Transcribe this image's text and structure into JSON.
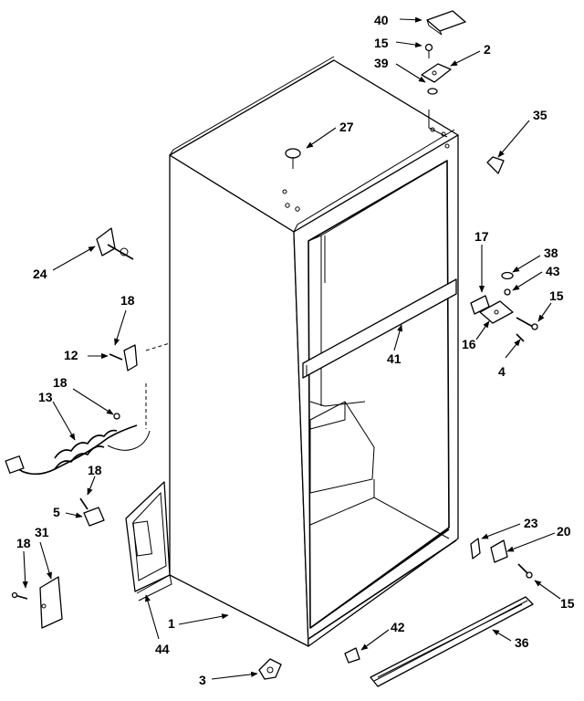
{
  "callouts": [
    {
      "id": "c40",
      "label": "40"
    },
    {
      "id": "c15a",
      "label": "15"
    },
    {
      "id": "c2",
      "label": "2"
    },
    {
      "id": "c39",
      "label": "39"
    },
    {
      "id": "c35",
      "label": "35"
    },
    {
      "id": "c27",
      "label": "27"
    },
    {
      "id": "c24",
      "label": "24"
    },
    {
      "id": "c18a",
      "label": "18"
    },
    {
      "id": "c12",
      "label": "12"
    },
    {
      "id": "c18b",
      "label": "18"
    },
    {
      "id": "c13",
      "label": "13"
    },
    {
      "id": "c18c",
      "label": "18"
    },
    {
      "id": "c5",
      "label": "5"
    },
    {
      "id": "c31",
      "label": "31"
    },
    {
      "id": "c18d",
      "label": "18"
    },
    {
      "id": "c1",
      "label": "1"
    },
    {
      "id": "c44",
      "label": "44"
    },
    {
      "id": "c3",
      "label": "3"
    },
    {
      "id": "c41",
      "label": "41"
    },
    {
      "id": "c17",
      "label": "17"
    },
    {
      "id": "c38",
      "label": "38"
    },
    {
      "id": "c43",
      "label": "43"
    },
    {
      "id": "c15b",
      "label": "15"
    },
    {
      "id": "c16",
      "label": "16"
    },
    {
      "id": "c4",
      "label": "4"
    },
    {
      "id": "c23",
      "label": "23"
    },
    {
      "id": "c20",
      "label": "20"
    },
    {
      "id": "c15c",
      "label": "15"
    },
    {
      "id": "c42",
      "label": "42"
    },
    {
      "id": "c36",
      "label": "36"
    }
  ]
}
